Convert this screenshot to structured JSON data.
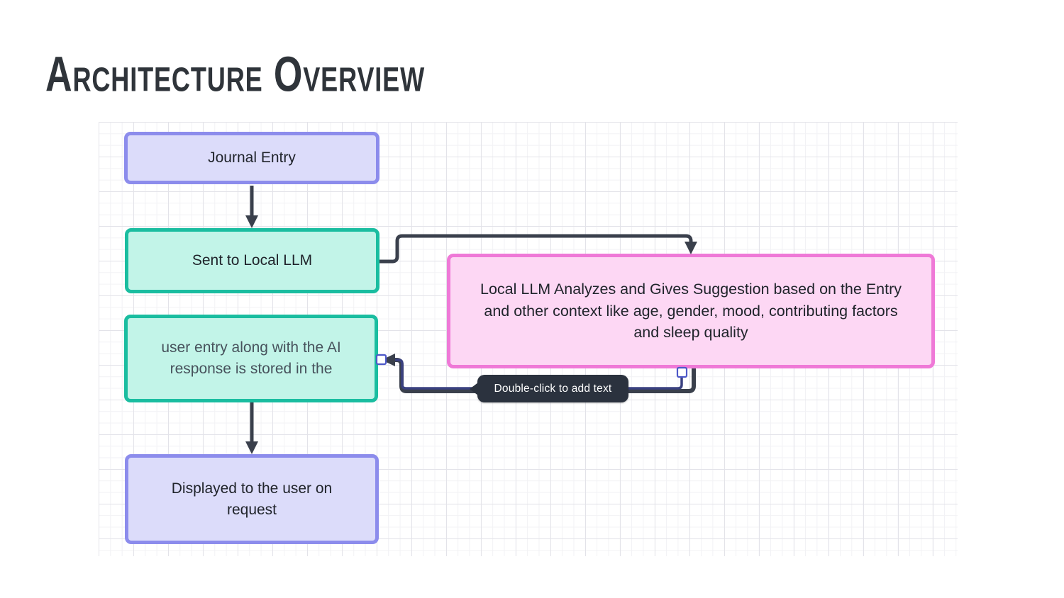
{
  "page": {
    "title": "Architecture Overview"
  },
  "canvas": {
    "nodes": [
      {
        "id": "journal",
        "label": "Journal Entry",
        "style": "lavender"
      },
      {
        "id": "sent",
        "label": "Sent to Local LLM",
        "style": "teal"
      },
      {
        "id": "analyze",
        "label": "Local LLM Analyzes and Gives Suggestion based on the Entry and other context like age, gender, mood, contributing factors and sleep quality",
        "style": "pink"
      },
      {
        "id": "stored",
        "label": "user entry along with the AI response is stored in the",
        "style": "teal"
      },
      {
        "id": "displayed",
        "label": "Displayed to the user on request",
        "style": "lavender"
      }
    ],
    "connectors": [
      {
        "id": "journal-to-sent",
        "from": "journal",
        "to": "sent"
      },
      {
        "id": "sent-to-analyze",
        "from": "sent",
        "to": "analyze"
      },
      {
        "id": "analyze-to-stored",
        "from": "analyze",
        "to": "stored",
        "selected": true
      },
      {
        "id": "stored-to-displayed",
        "from": "stored",
        "to": "displayed"
      }
    ],
    "tooltip": {
      "label": "Double-click to add text"
    },
    "colors": {
      "lavender_fill": "#dcdcfa",
      "lavender_border": "#8c8cec",
      "teal_fill": "#c2f4e8",
      "teal_border": "#1abda0",
      "pink_fill": "#fdd7f4",
      "pink_border": "#ef79d7",
      "connector": "#3a404c",
      "connector_selected": "#3a4180",
      "handle_border": "#4d58c8",
      "tooltip_bg": "#2b323e",
      "grid_line": "#e3e3e9",
      "title_color": "#2f343a"
    }
  }
}
